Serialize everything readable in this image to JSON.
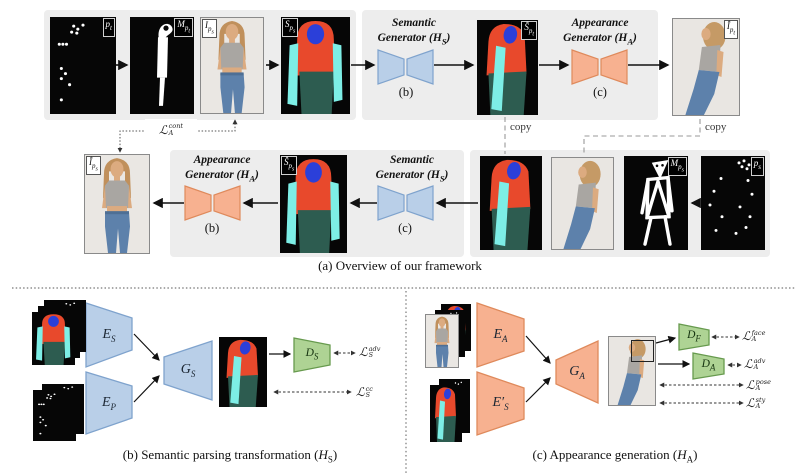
{
  "figure": {
    "caption_a": "(a) Overview of our framework",
    "caption_b": {
      "pre": "(b) Semantic parsing transformation (",
      "sym": "H",
      "sub": "S",
      "post": ")"
    },
    "caption_c": {
      "pre": "(c) Appearance generation (",
      "sym": "H",
      "sub": "A",
      "post": ")"
    }
  },
  "generators": {
    "semantic1": {
      "line1": "Semantic",
      "line2": "Generator (",
      "sym": "H",
      "sub": "S",
      "post": ")",
      "tag": "(b)"
    },
    "appearance1": {
      "line1": "Appearance",
      "line2": "Generator (",
      "sym": "H",
      "sub": "A",
      "post": ")",
      "tag": "(c)"
    },
    "appearance2": {
      "line1": "Appearance",
      "line2": "Generator (",
      "sym": "H",
      "sub": "A",
      "post": ")",
      "tag": "(b)"
    },
    "semantic2": {
      "line1": "Semantic",
      "line2": "Generator (",
      "sym": "H",
      "sub": "S",
      "post": ")",
      "tag": "(c)"
    }
  },
  "tiles": {
    "pt": {
      "base": "p",
      "sub": "t"
    },
    "mpt": {
      "base": "M",
      "sub": "p",
      "subsub": "t"
    },
    "ips": {
      "base": "I",
      "sub": "p",
      "subsub": "s"
    },
    "sps": {
      "base": "S",
      "sub": "p",
      "subsub": "s"
    },
    "spt_hat": {
      "base": "Ŝ",
      "sub": "p",
      "subsub": "t"
    },
    "ipt_hat": {
      "base": "Î",
      "sub": "p",
      "subsub": "t"
    },
    "ips_hat": {
      "base": "Î",
      "sub": "p",
      "subsub": "s"
    },
    "sps_hat": {
      "base": "Ŝ",
      "sub": "p",
      "subsub": "s"
    },
    "mps": {
      "base": "M",
      "sub": "p",
      "subsub": "s"
    },
    "ps": {
      "base": "p",
      "sub": "s"
    }
  },
  "copy_labels": {
    "left": "copy",
    "right": "copy"
  },
  "losses": {
    "cont": {
      "base": "ℒ",
      "sup": "cont",
      "sub": "A"
    },
    "adv_s": {
      "base": "ℒ",
      "sup": "adv",
      "sub": "S"
    },
    "cc": {
      "base": "ℒ",
      "sup": "cc",
      "sub": "S"
    },
    "face": {
      "base": "ℒ",
      "sup": "face",
      "sub": "A"
    },
    "adv_a": {
      "base": "ℒ",
      "sup": "adv",
      "sub": "A"
    },
    "pose": {
      "base": "ℒ",
      "sup": "pose",
      "sub": "A"
    },
    "sty": {
      "base": "ℒ",
      "sup": "sty",
      "sub": "A"
    }
  },
  "modules": {
    "es": {
      "base": "E",
      "sub": "S"
    },
    "ep": {
      "base": "E",
      "sub": "P"
    },
    "gs": {
      "base": "G",
      "sub": "S"
    },
    "ds": {
      "base": "D",
      "sub": "S"
    },
    "ea": {
      "base": "E",
      "sub": "A"
    },
    "esp": {
      "base": "E′",
      "sub": "S"
    },
    "ga": {
      "base": "G",
      "sub": "A"
    },
    "df": {
      "base": "D",
      "sub": "F"
    },
    "da": {
      "base": "D",
      "sub": "A"
    }
  },
  "palette": {
    "panel_bg": "#ededed",
    "generator_blue": "#b9cfe8",
    "generator_blue_border": "#7fa3cd",
    "generator_orange": "#f7b190",
    "generator_orange_border": "#df8a5c",
    "discriminator_green": "#aed394",
    "discriminator_green_border": "#679a4e",
    "semantic_red": "#e8492c",
    "semantic_blue": "#2b3fd9",
    "semantic_cyan": "#7deee6",
    "semantic_teal": "#2d5c50"
  }
}
